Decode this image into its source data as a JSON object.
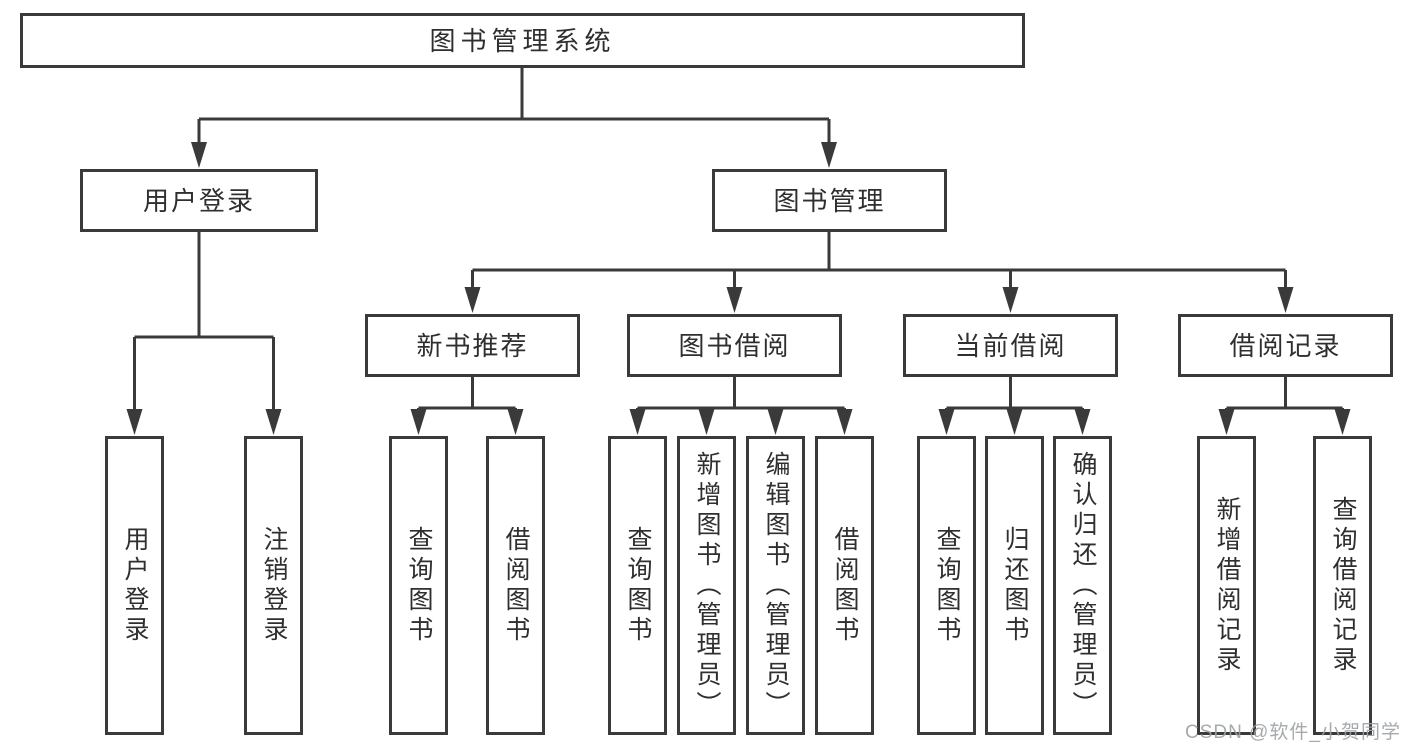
{
  "nodes": {
    "root": {
      "label": "图书管理系统"
    },
    "user_login": {
      "label": "用户登录",
      "children": [
        {
          "label": "用户登录"
        },
        {
          "label": "注销登录"
        }
      ]
    },
    "book_mgmt": {
      "label": "图书管理",
      "children": [
        {
          "label": "新书推荐",
          "children": [
            {
              "label": "查询图书"
            },
            {
              "label": "借阅图书"
            }
          ]
        },
        {
          "label": "图书借阅",
          "children": [
            {
              "label": "查询图书"
            },
            {
              "label": "新增图书（管理员）"
            },
            {
              "label": "编辑图书（管理员）"
            },
            {
              "label": "借阅图书"
            }
          ]
        },
        {
          "label": "当前借阅",
          "children": [
            {
              "label": "查询图书"
            },
            {
              "label": "归还图书"
            },
            {
              "label": "确认归还（管理员）"
            }
          ]
        },
        {
          "label": "借阅记录",
          "children": [
            {
              "label": "新增借阅记录"
            },
            {
              "label": "查询借阅记录"
            }
          ]
        }
      ]
    }
  },
  "watermark": {
    "text": "CSDN @软件_小贺同学"
  },
  "colors": {
    "line": "#3a3a3a",
    "text": "#2f2f2f",
    "background": "#ffffff",
    "watermark": "#9fa3a6"
  }
}
